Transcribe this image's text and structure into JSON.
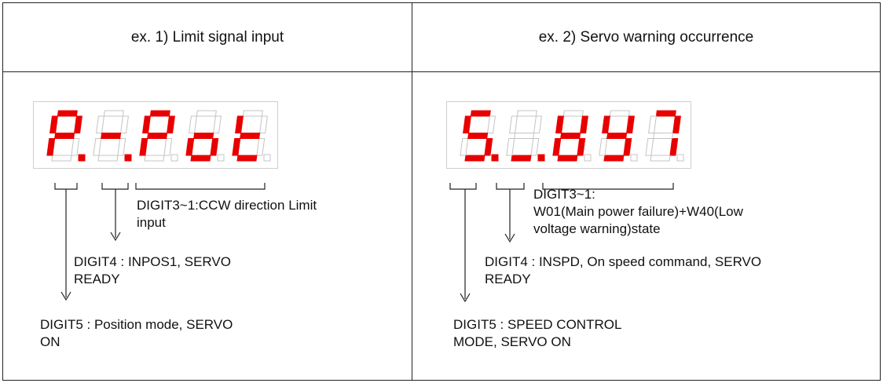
{
  "ex1": {
    "title": "ex. 1) Limit signal input",
    "display": {
      "d5": [
        "a",
        "b",
        "f",
        "g",
        "e"
      ],
      "d4": [
        "g"
      ],
      "d3": [
        "a",
        "b",
        "f",
        "g",
        "e"
      ],
      "d2": [
        "g",
        "e",
        "c",
        "d"
      ],
      "d1": [
        "f",
        "e",
        "d",
        "g"
      ],
      "dots_on": [
        true,
        true,
        false,
        false,
        false
      ]
    },
    "label_digit3_1": "DIGIT3~1:CCW direction Limit\ninput",
    "label_digit4": "DIGIT4 : INPOS1, SERVO\nREADY",
    "label_digit5": "DIGIT5 : Position mode, SERVO\nON"
  },
  "ex2": {
    "title": "ex. 2) Servo warning occurrence",
    "display": {
      "d5": [
        "a",
        "f",
        "g",
        "c",
        "d"
      ],
      "d4": [
        "d"
      ],
      "d3": [
        "f",
        "b",
        "g",
        "e",
        "c",
        "d"
      ],
      "d2": [
        "f",
        "b",
        "g",
        "c",
        "d"
      ],
      "d1": [
        "a",
        "b",
        "c"
      ],
      "dots_on": [
        true,
        true,
        false,
        false,
        false
      ]
    },
    "label_digit3_1": "DIGIT3~1:\nW01(Main power failure)+W40(Low\nvoltage warning)state",
    "label_digit4": "DIGIT4 : INSPD, On speed command, SERVO\nREADY",
    "label_digit5": "DIGIT5 : SPEED CONTROL\nMODE, SERVO ON"
  },
  "colors": {
    "segment_on": "#e80000",
    "segment_off": "#ffffff",
    "segment_outline": "#c4c4c4"
  }
}
